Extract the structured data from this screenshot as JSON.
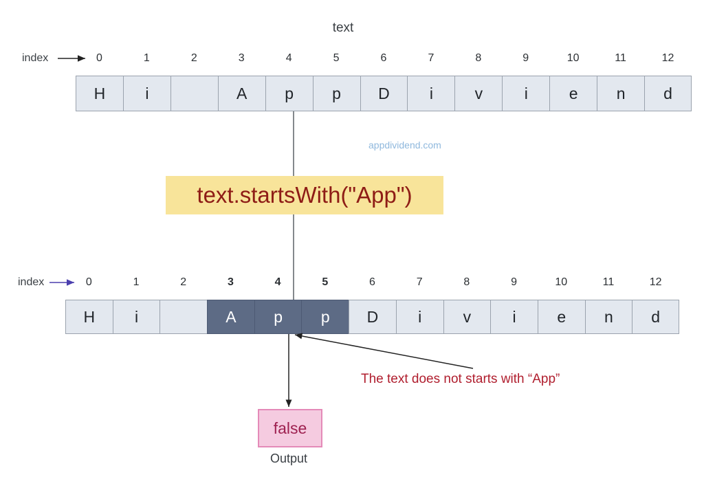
{
  "diagram": {
    "title_top": "text",
    "watermark": "appdividend.com",
    "call_expression": "text.startsWith(\"App\")",
    "annotation": "The text does not starts with “App”",
    "output_value": "false",
    "output_caption": "Output",
    "colors": {
      "cell_fill": "#e3e8ef",
      "cell_border": "#9aa2ad",
      "highlight_fill": "#5d6b85",
      "highlight_text": "#ffffff",
      "call_box_fill": "#f8e49a",
      "call_box_text": "#8e1c16",
      "output_fill": "#f5cbe0",
      "output_border": "#e48ab8",
      "output_text": "#9e2150",
      "annotation_text": "#b01e2e",
      "watermark_text": "#8fb8dd",
      "arrow_top": "#222222",
      "arrow_bottom": "#4b3fae"
    }
  },
  "row_top": {
    "index_label": "index",
    "indices": [
      "0",
      "1",
      "2",
      "3",
      "4",
      "5",
      "6",
      "7",
      "8",
      "9",
      "10",
      "11",
      "12"
    ],
    "cells": [
      "H",
      "i",
      " ",
      "A",
      "p",
      "p",
      "D",
      "i",
      "v",
      "i",
      "e",
      "n",
      "d"
    ],
    "highlighted": []
  },
  "row_bottom": {
    "index_label": "index",
    "indices": [
      "0",
      "1",
      "2",
      "3",
      "4",
      "5",
      "6",
      "7",
      "8",
      "9",
      "10",
      "11",
      "12"
    ],
    "bold_indices": [
      3,
      4,
      5
    ],
    "cells": [
      "H",
      "i",
      " ",
      "A",
      "p",
      "p",
      "D",
      "i",
      "v",
      "i",
      "e",
      "n",
      "d"
    ],
    "highlighted": [
      3,
      4,
      5
    ]
  }
}
